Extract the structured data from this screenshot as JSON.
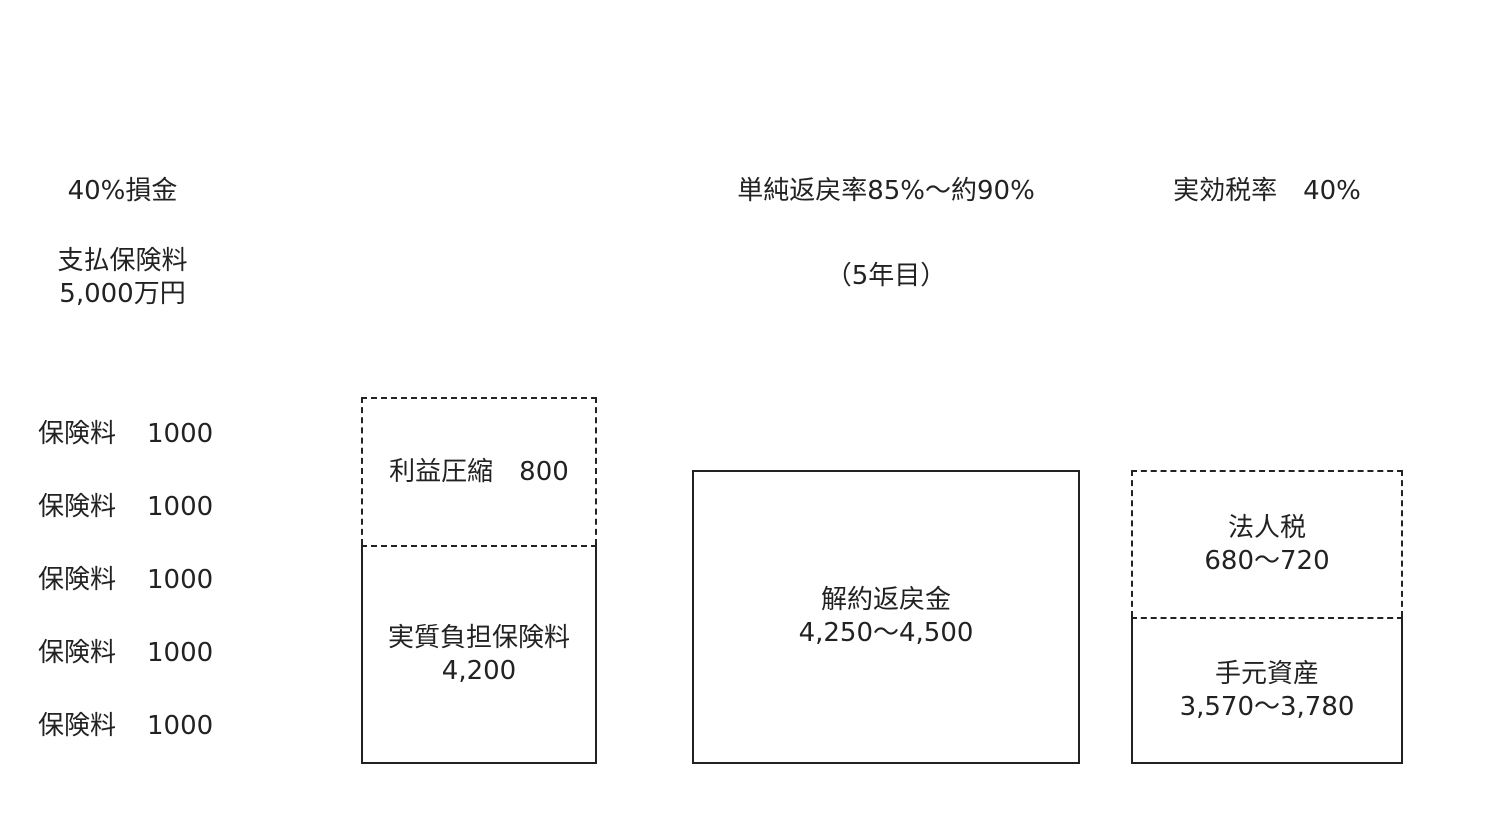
{
  "left": {
    "deduction": "40%損金",
    "paid_label": "支払保険料",
    "paid_amount": "5,000万円",
    "premiums": [
      {
        "label": "保険料",
        "amount": "1000"
      },
      {
        "label": "保険料",
        "amount": "1000"
      },
      {
        "label": "保険料",
        "amount": "1000"
      },
      {
        "label": "保険料",
        "amount": "1000"
      },
      {
        "label": "保険料",
        "amount": "1000"
      }
    ]
  },
  "column2": {
    "profit_compression": "利益圧縮　800",
    "effective_burden_label": "実質負担保険料",
    "effective_burden_value": "4,200"
  },
  "column3": {
    "return_rate": "単純返戻率85%～約90%",
    "year": "（5年目）",
    "surrender_label": "解約返戻金",
    "surrender_value": "4,250～4,500"
  },
  "column4": {
    "tax_rate": "実効税率　40%",
    "corporate_tax_label": "法人税",
    "corporate_tax_value": "680～720",
    "net_assets_label": "手元資産",
    "net_assets_value": "3,570～3,780"
  }
}
